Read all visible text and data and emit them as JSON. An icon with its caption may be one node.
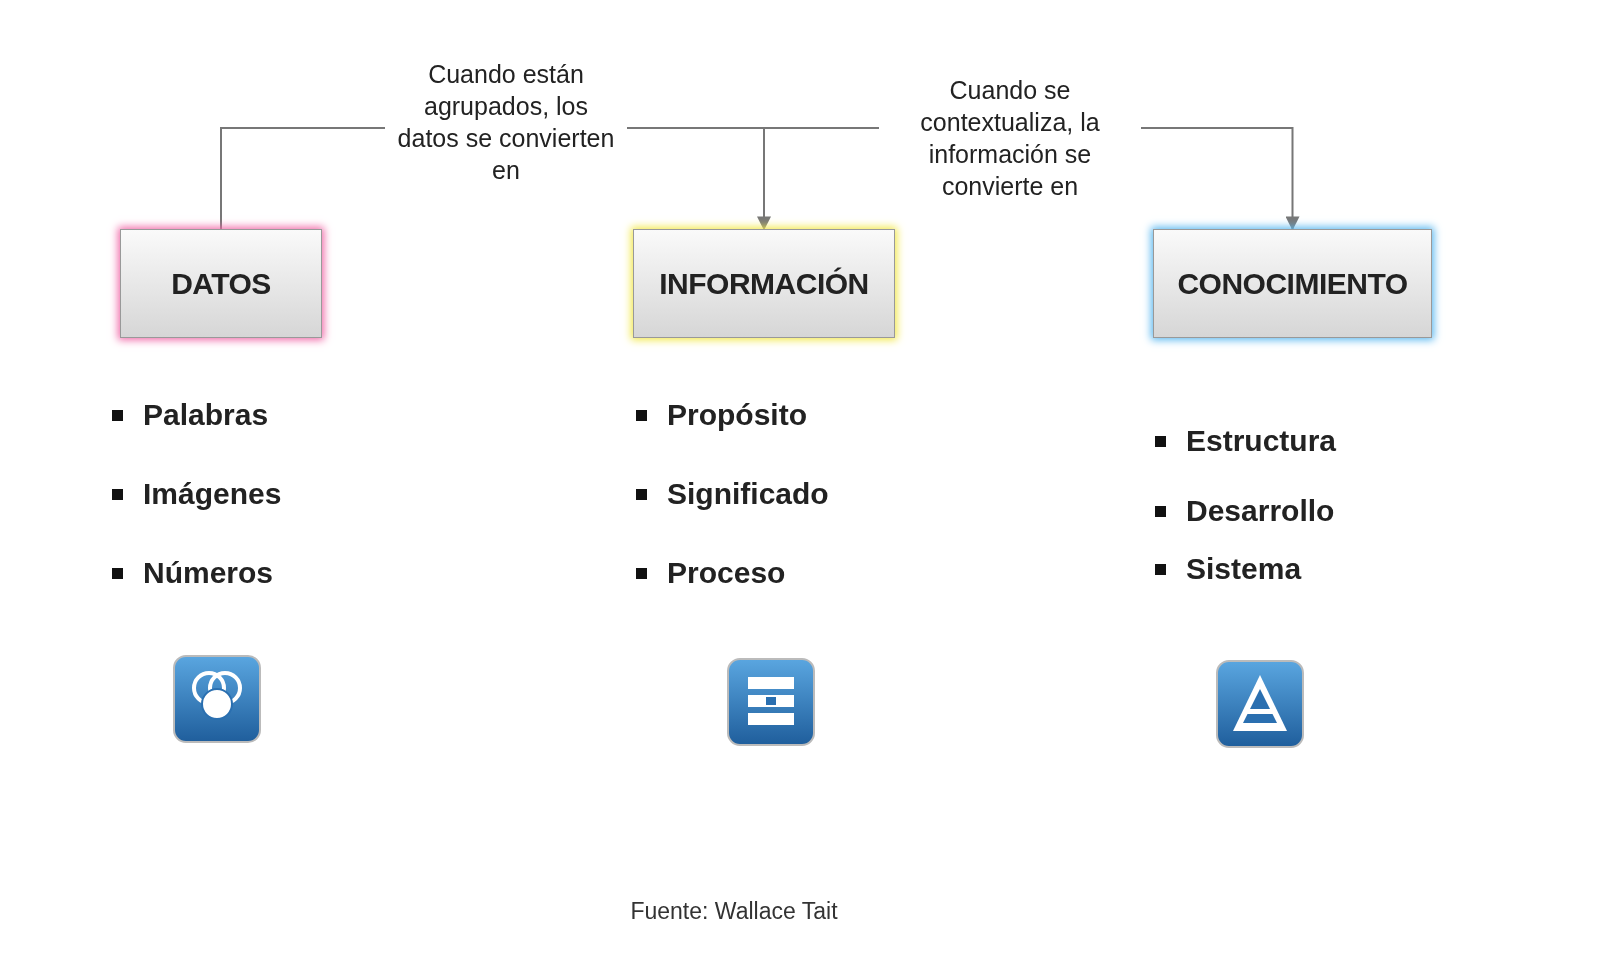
{
  "diagram": {
    "caption": "Fuente: Wallace Tait",
    "nodes": [
      {
        "text": [
          "DATOS"
        ]
      },
      {
        "text": [
          "INFORMACIÓN"
        ]
      },
      {
        "text": [
          "CONOCIMIENTO"
        ]
      }
    ],
    "edges": [
      {
        "from": 0,
        "to": 1,
        "arrow": "to",
        "label": "Cuando están agrupados, los datos se convierten en"
      },
      {
        "from": 1,
        "to": 2,
        "arrow": "to",
        "label": "Cuando se contextualiza, la información se convierte en"
      }
    ],
    "labels": [
      "Palabras",
      "Imágenes",
      "Números",
      "Propósito",
      "Significado",
      "Proceso",
      "Estructura",
      "Desarrollo",
      "Sistema"
    ]
  }
}
